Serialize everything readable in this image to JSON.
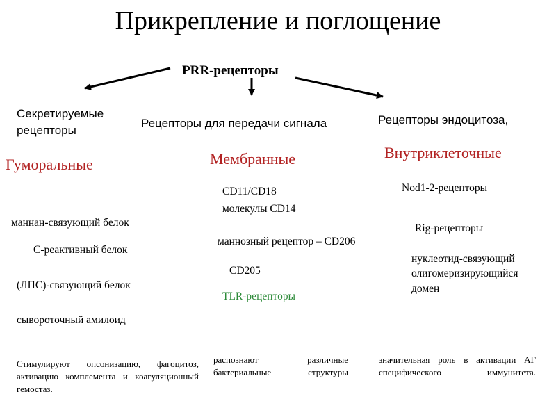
{
  "title": "Прикрепление и поглощение",
  "root": "PRR-рецепторы",
  "colors": {
    "category": "#b22222",
    "tlr": "#2e8b3a",
    "arrow": "#000000"
  },
  "columns": {
    "left": {
      "header_line1": "Секретируемые",
      "header_line2": "рецепторы",
      "category": "Гуморальные",
      "items": [
        "маннан-связующий белок",
        "С-реактивный белок",
        "(ЛПС)-связующий белок",
        "сывороточный амилоид"
      ],
      "note": "Стимулируют опсонизацию, фагоцитоз, активацию комплемента и коагуляционный гемостаз."
    },
    "middle": {
      "header": "Рецепторы для передачи сигнала",
      "category": "Мембранные",
      "items": [
        "CD11/CD18",
        "молекулы CD14",
        "маннозный рецептор – CD206",
        "CD205",
        "TLR-рецепторы"
      ],
      "note": "распознают различные бактериальные структуры"
    },
    "right": {
      "header": "Рецепторы эндоцитоза,",
      "category": "Внутриклеточные",
      "items": [
        "Nod1-2-рецепторы",
        "Rig-рецепторы",
        "нуклеотид-связующий",
        "олигомеризирующийся",
        "домен"
      ],
      "note": "значительная роль в активации АГ специфического иммунитета."
    }
  }
}
